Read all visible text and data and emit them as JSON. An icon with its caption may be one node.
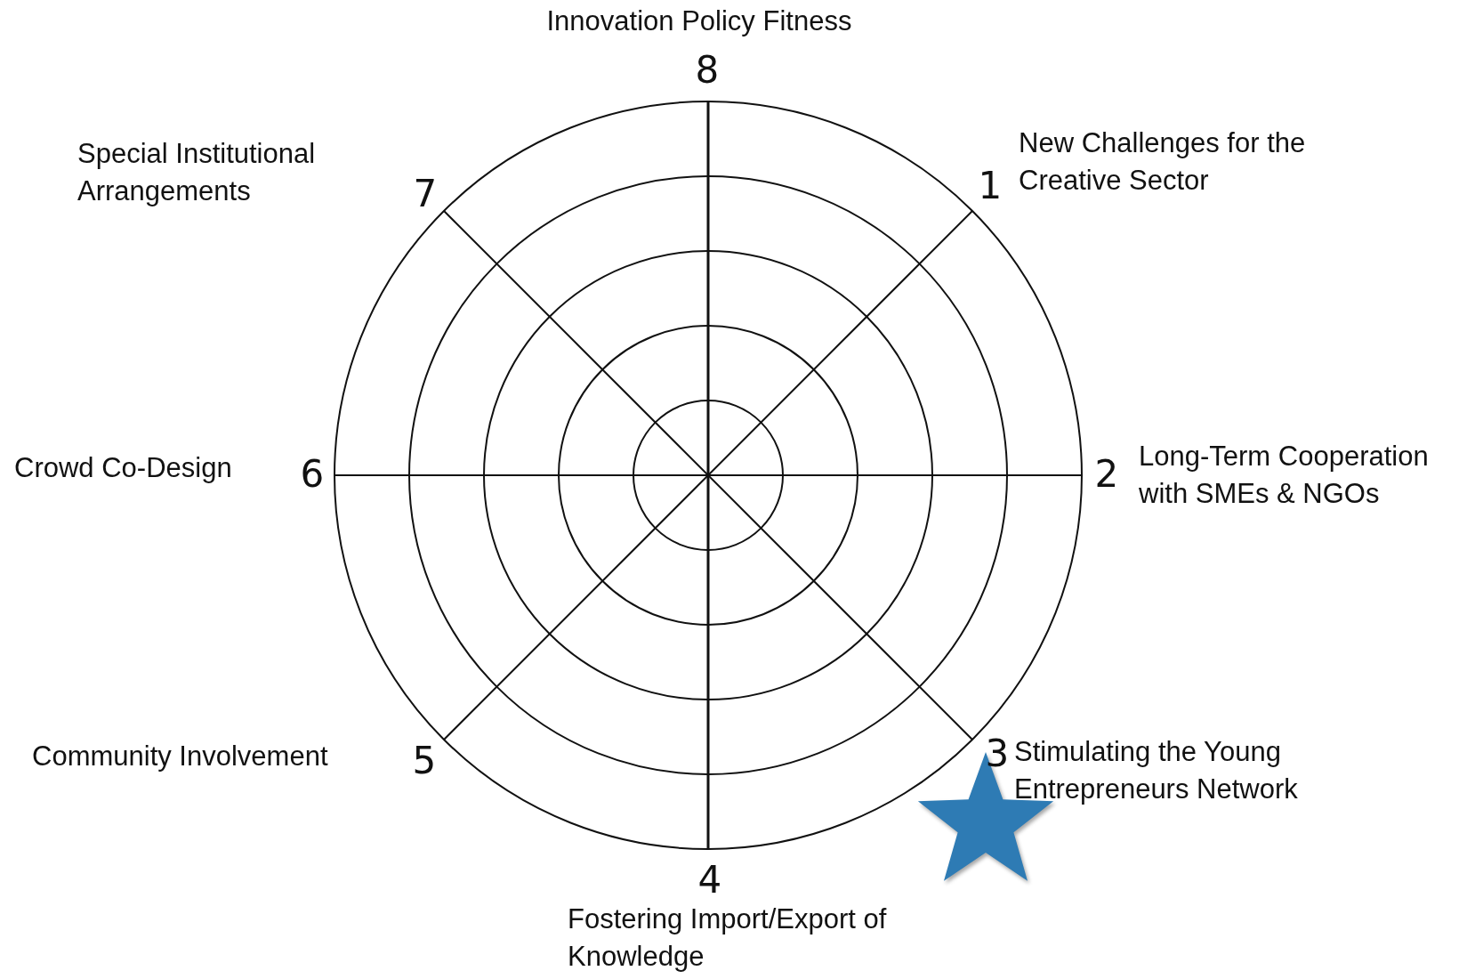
{
  "diagram": {
    "labels": [
      "Innovation Policy Fitness",
      "8",
      "Special Institutional Arrangements",
      "New Challenges for the Creative Sector",
      "7",
      "1",
      "Crowd Co-Design",
      "6",
      "2",
      "Long-Term Cooperation with SMEs & NGOs",
      "Community Involvement",
      "5",
      "3",
      "Stimulating the Young Entrepreneurs Network",
      "4",
      "Fostering Import/Export of Knowledge"
    ]
  }
}
